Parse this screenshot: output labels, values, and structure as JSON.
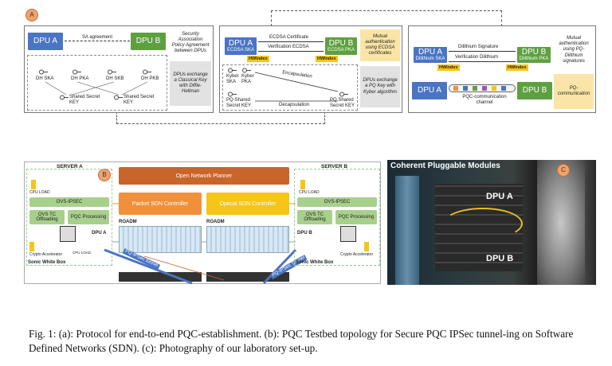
{
  "panel_a": {
    "label": "A",
    "section1": {
      "dpu_a": "DPU A",
      "dpu_b": "DPU B",
      "sa_agreement": "SA agreement",
      "note_top": "Security Association Policy Agreement between DPUs",
      "note_bottom": "DPUs exchange a Classical Key with Diffie-Hellman",
      "dh_ska": "DH SKA",
      "dh_pka": "DH PKA",
      "dh_skb": "DH SKB",
      "dh_pkb": "DH PKB",
      "shared_key_1": "Shared Secret KEY",
      "shared_key_2": "Shared Secret KEY"
    },
    "section2": {
      "dpu_a": "DPU A",
      "dpu_a_sub": "ECDSA SKA",
      "dpu_b": "DPU B",
      "dpu_b_sub": "ECDSA PKA",
      "ecdsa_cert": "ECDSA Certificate",
      "verification": "Verification ECDSA",
      "hw_label": "HWIndex",
      "hw_label_b": "HWIndex",
      "kyber_ska": "Kyber SKA",
      "kyber_pka": "Kyber PKA",
      "encapsulation": "Encapsulation",
      "decapsulation": "Decapsulation",
      "pq_shared_1": "PQ-Shared Secret KEY",
      "pq_shared_2": "PQ Shared Secret KEY",
      "note_top": "Mutual authentication using ECDSA certificates",
      "note_bottom": "DPUs exchange a PQ Key with Kyber algorithm"
    },
    "section3": {
      "dpu_a": "DPU A",
      "dpu_a_sub": "Dilithium SKA",
      "dpu_b": "DPU B",
      "dpu_b_sub": "Dilithium PKA",
      "dilithium_sig": "Dilithium Signature",
      "verification": "Verification Dilithium",
      "hw_label": "HWIndex",
      "hw_label_b": "HWIndex",
      "dpu_a2": "DPU A",
      "dpu_b2": "DPU B",
      "channel": "PQC-communication channel",
      "note_top": "Mutual authentication using PQ-Dilithium signatures",
      "note_bottom": "PQ-communication"
    }
  },
  "panel_b": {
    "label": "B",
    "server_a": "SERVER A",
    "server_b": "SERVER B",
    "cpu_load": "CPU LOAD",
    "cpu_load_b": "CPU LOAD",
    "ovs_ipsec_a": "OVS-IPSEC",
    "ovs_ipsec_b": "OVS-IPSEC",
    "ovs_tc_a": "OVS TC Offloading",
    "ovs_tc_b": "OVS TC Offloading",
    "pqc_proc_a": "PQC Processing",
    "pqc_proc_b": "PQC Processing",
    "dpu_a": "DPU A",
    "dpu_b": "DPU B",
    "crypto_a": "Crypto Accelerator",
    "crypto_b": "Crypto Accelerator",
    "cpu_load_inner": "CPU LOAD",
    "sonic_a": "Sonic White Box",
    "sonic_b": "Sonic White Box",
    "planner": "Open Network Planner",
    "packet_sdn": "Packet SDN Controller",
    "optical_sdn": "Optical SDN Controller",
    "roadm_1": "ROADM",
    "roadm_2": "ROADM",
    "tunnel_1": "PQ-IPSec tunnel",
    "tunnel_2": "PQ-IPSec Tunnel"
  },
  "panel_c": {
    "label": "C",
    "title": "Coherent Pluggable Modules",
    "dpu_a": "DPU A",
    "dpu_b": "DPU B"
  },
  "caption": {
    "text": "Fig. 1: (a): Protocol for end-to-end PQC-establishment. (b): PQC Testbed topology for Secure PQC IPSec tunnel-ing on Software Defined Networks (SDN). (c): Photography of our laboratory set-up."
  },
  "colors": {
    "dpu_blue": "#4a74c4",
    "dpu_green": "#5ea040",
    "note_yellow": "#fbe5a6",
    "hw_yellow": "#f5c518",
    "planner_orange": "#c8652a",
    "packet_orange": "#f0903a",
    "optical_yellow": "#f5c518",
    "green_box": "#a8d08d"
  }
}
